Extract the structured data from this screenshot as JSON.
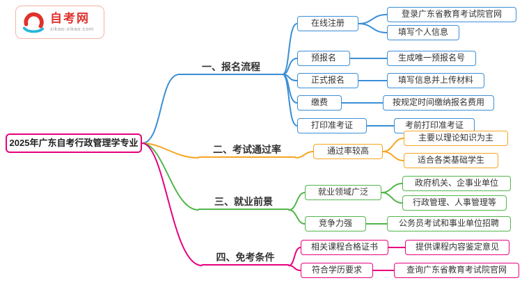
{
  "site": {
    "logo_text": "自考网",
    "logo_domain": "zikao-zikao.com"
  },
  "colors": {
    "branch1": "#3a8ed6",
    "branch2": "#f5a623",
    "branch3": "#52b54b",
    "branch4": "#e6017e",
    "root_border": "#e6017e",
    "logo_red": "#e0312b",
    "logo_cyan": "#29b6d8"
  },
  "root": {
    "label": "2025年广东自考行政管理学专业"
  },
  "branches": [
    {
      "label": "一、报名流程",
      "children": [
        {
          "label": "在线注册",
          "children": [
            {
              "label": "登录广东省教育考试院官网"
            },
            {
              "label": "填写个人信息"
            }
          ]
        },
        {
          "label": "预报名",
          "children": [
            {
              "label": "生成唯一预报名号"
            }
          ]
        },
        {
          "label": "正式报名",
          "children": [
            {
              "label": "填写信息并上传材料"
            }
          ]
        },
        {
          "label": "缴费",
          "children": [
            {
              "label": "按规定时间缴纳报名费用"
            }
          ]
        },
        {
          "label": "打印准考证",
          "children": [
            {
              "label": "考前打印准考证"
            }
          ]
        }
      ]
    },
    {
      "label": "二、考试通过率",
      "children": [
        {
          "label": "通过率较高",
          "children": [
            {
              "label": "主要以理论知识为主"
            },
            {
              "label": "适合各类基础学生"
            }
          ]
        }
      ]
    },
    {
      "label": "三、就业前景",
      "children": [
        {
          "label": "就业领域广泛",
          "children": [
            {
              "label": "政府机关、企事业单位"
            },
            {
              "label": "行政管理、人事管理等"
            }
          ]
        },
        {
          "label": "竞争力强",
          "children": [
            {
              "label": "公务员考试和事业单位招聘"
            }
          ]
        }
      ]
    },
    {
      "label": "四、免考条件",
      "children": [
        {
          "label": "相关课程合格证书",
          "children": [
            {
              "label": "提供课程内容鉴定意见"
            }
          ]
        },
        {
          "label": "符合学历要求",
          "children": [
            {
              "label": "查询广东省教育考试院官网"
            }
          ]
        }
      ]
    }
  ]
}
